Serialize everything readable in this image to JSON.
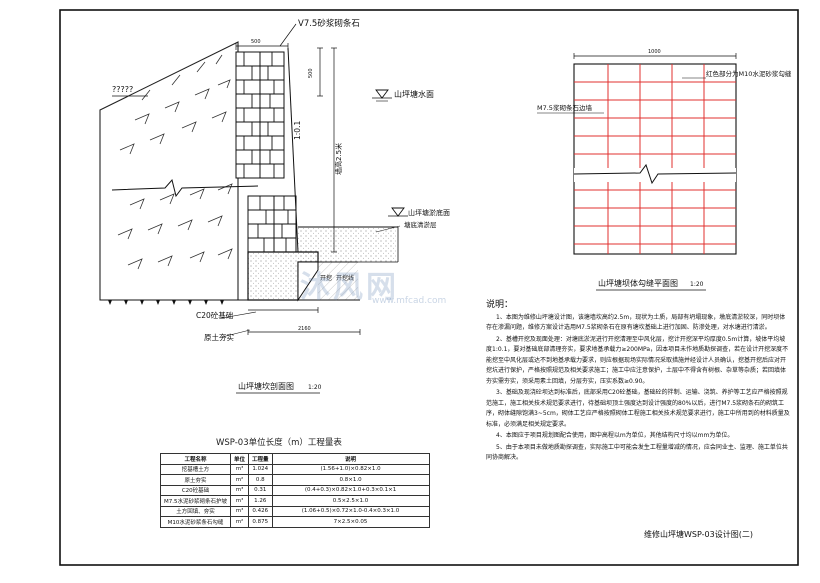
{
  "section": {
    "top_callout": "V7.5砂浆砌条石",
    "left_label": "?????",
    "water_level": "山坪塘水面",
    "pond_bottom": "山坪塘淤底面",
    "silt_layer": "塘底清淤层",
    "base_concrete": "C20砼基础",
    "backfill": "原土夯实",
    "slope_ratio": "1:0.1",
    "height_label": "墙高2.5米",
    "dim_top": "500",
    "dim_bottom": "2160",
    "dim_side": "500",
    "caption": "山坪塘坎剖面图",
    "caption_scale": "1:20"
  },
  "plan": {
    "dim_top": "1000",
    "left_label": "M7.5浆砌条石边墙",
    "right_label": "红色部分为M10水泥砂浆勾缝",
    "caption": "山坪塘坝体勾缝平面图",
    "caption_scale": "1:20",
    "joint_color": "#e0312f"
  },
  "notes": {
    "heading": "说明：",
    "items": [
      "1、本图为维修山坪塘设计图，该塘墙坎高约2.5m，现状为土质，局部有坍塌现象，墩底清淤较深，同时坝体存在渗漏问题，维修方案设计选用M7.5浆砌条石在原有塘坎基础上进行加固、防渗处理，对水塘进行清淤。",
      "2、基槽开挖及现面处理：对塘底淤泥进行开挖清理至中风化层，挖计开挖深平均厚度0.5m计算，坡体平均坡度1:0.1，要对基础底部清理夯实，要求地基承载力≥200MPa，因本项目未作地质勘探调查，若在设计开挖深度不能挖至中风化层或达不到地基承载力要求，则应根据现场实际情况采取措施并经设计人员确认，挖基开挖后应对开挖坑进行保护，严格按照规范及相关要求施工；施工中应注意保护，土层中不得含有树根、杂草等杂质；若回填体夯实需夯实，须采用素土回填，分层夯实，压实系数≥0.90。",
      "3、基础及现浇砼坝达到标准后，底部采用C20砼基础，基础砼的拌制、运输、浇筑、养护等工艺应严格按照规范施工，施工相关技术规范要求进行，待基础坝顶土强度达到设计强度的80%以后，进行M7.5浆砌条石的砌筑工序，砌体缝隙饱满3~5cm，砌体工艺应严格按照砌体工程施工相关技术规范要求进行，施工中所用到的材料质量及标准，必须满足相关规定要求。",
      "4、本图应于项目规划图配合使用，图中高程以m为单位，其他结构尺寸均以mm为单位。",
      "5、由于本项目未做地质勘探调查，实际施工中可能会发生工程量增减的情况，应会同业主、监理、施工单位共同协商解决。"
    ]
  },
  "table": {
    "title": "WSP-03单位长度（m）工程量表",
    "headers": [
      "工程名称",
      "单位",
      "工程量",
      "说明"
    ],
    "rows": [
      [
        "挖基槽土方",
        "m³",
        "1.024",
        "(1.56+1.0)×0.82×1.0"
      ],
      [
        "原土夯实",
        "m²",
        "0.8",
        "0.8×1.0"
      ],
      [
        "C20砼基础",
        "m³",
        "0.31",
        "(0.4+0.3)×0.82×1.0+0.3×0.1×1"
      ],
      [
        "M7.5水泥砂浆砌条石护坡",
        "m³",
        "1.26",
        "0.5×2.5×1.0"
      ],
      [
        "土方回填、夯实",
        "m³",
        "0.426",
        "(1.06+0.5)×0.72×1.0-0.4×0.3×1.0"
      ],
      [
        "M10水泥砂浆条石勾缝",
        "m²",
        "0.875",
        "7×2.5×0.05"
      ]
    ]
  },
  "footer": "维修山坪塘WSP-03设计图(二)",
  "watermark": {
    "main": "沐风网",
    "sub": "www.mfcad.com"
  }
}
